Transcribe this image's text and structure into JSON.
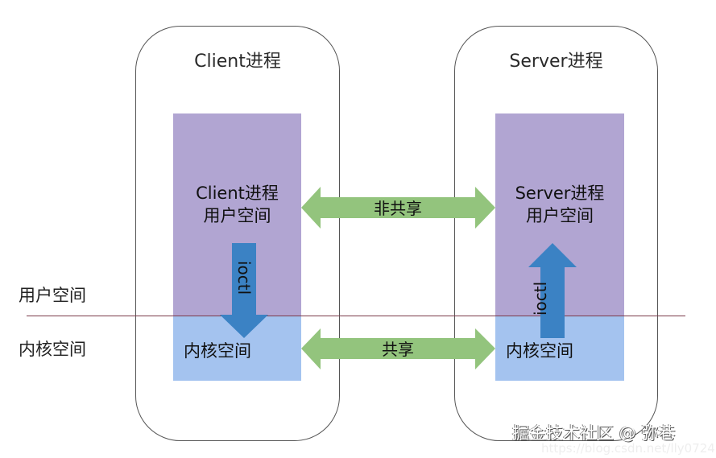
{
  "client": {
    "title": "Client进程",
    "user_space_line1": "Client进程",
    "user_space_line2": "用户空间",
    "kernel_space": "内核空间",
    "ioctl_label": "ioctl",
    "ioctl_direction": "down"
  },
  "server": {
    "title": "Server进程",
    "user_space_line1": "Server进程",
    "user_space_line2": "用户空间",
    "kernel_space": "内核空间",
    "ioctl_label": "ioctl",
    "ioctl_direction": "up"
  },
  "links": {
    "non_shared": "非共享",
    "shared": "共享"
  },
  "side_labels": {
    "user_space": "用户空间",
    "kernel_space": "内核空间"
  },
  "watermark": {
    "text": "掘金技术社区 @ 弥巷",
    "url": "https://blog.csdn.net/lly0724..."
  },
  "colors": {
    "user_space": "#b1a5d2",
    "kernel_space": "#a4c3ef",
    "ioctl_arrow": "#3b82c4",
    "link_arrow": "#93c47d",
    "divider": "#7a3a4a"
  }
}
